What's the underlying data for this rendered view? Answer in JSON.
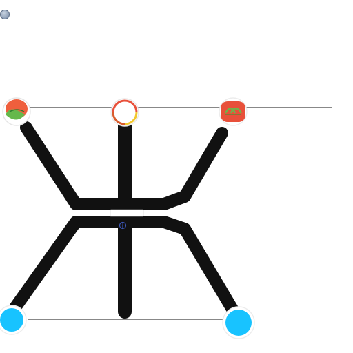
{
  "header": {
    "title_text": "",
    "avatar": "avatar"
  },
  "diagram": {
    "center_label": "",
    "center_icon": "info-icon",
    "nodes": [
      {
        "id": "top-left",
        "icon": "apple-icon",
        "label": ""
      },
      {
        "id": "top-center",
        "icon": "ring-icon",
        "label": ""
      },
      {
        "id": "top-right",
        "icon": "fruit-icon",
        "label": ""
      },
      {
        "id": "bottom-left",
        "icon": "blue-dot-icon",
        "label": ""
      },
      {
        "id": "bottom-right",
        "icon": "blue-dot-icon",
        "label": ""
      }
    ]
  },
  "colors": {
    "background": "#ffffff",
    "stroke": "#111111",
    "blue": "#18c3ff",
    "red": "#e84f3a",
    "green": "#6bb74a"
  }
}
